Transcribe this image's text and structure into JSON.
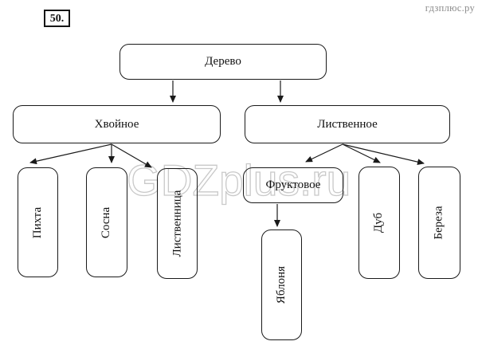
{
  "page": {
    "task_number": "50.",
    "watermark_top_right": "гдзплюс.ру",
    "watermark_center": "GDZplus.ru"
  },
  "colors": {
    "background": "#ffffff",
    "line": "#1a1a1a",
    "watermark_center_stroke": "#c9c9c9",
    "watermark_top_right": "#8b8b8b"
  },
  "nodes": {
    "tree": "Дерево",
    "coniferous": "Хвойное",
    "deciduous": "Лиственное",
    "fir": "Пихта",
    "pine": "Сосна",
    "larch": "Лиственница",
    "fruit": "Фруктовое",
    "oak": "Дуб",
    "birch": "Береза",
    "apple": "Яблоня"
  },
  "edges": [
    {
      "from": "tree",
      "to": "coniferous"
    },
    {
      "from": "tree",
      "to": "deciduous"
    },
    {
      "from": "coniferous",
      "to": "fir"
    },
    {
      "from": "coniferous",
      "to": "pine"
    },
    {
      "from": "coniferous",
      "to": "larch"
    },
    {
      "from": "deciduous",
      "to": "fruit"
    },
    {
      "from": "deciduous",
      "to": "oak"
    },
    {
      "from": "deciduous",
      "to": "birch"
    },
    {
      "from": "fruit",
      "to": "apple"
    }
  ]
}
